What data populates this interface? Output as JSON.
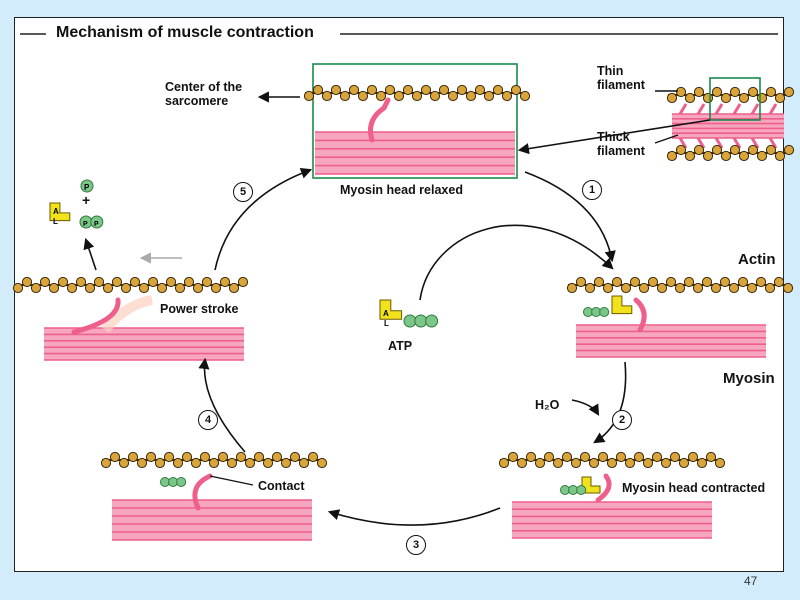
{
  "title": "Mechanism of muscle contraction",
  "labels": {
    "center_sarcomere": "Center of the sarcomere",
    "thin_filament": "Thin filament",
    "thick_filament": "Thick filament",
    "myosin_relaxed": "Myosin head relaxed",
    "actin": "Actin",
    "myosin": "Myosin",
    "atp": "ATP",
    "h2o": "H₂O",
    "myosin_contracted": "Myosin head contracted",
    "contact": "Contact",
    "power_stroke": "Power stroke",
    "pi_label": "P",
    "plus": "+",
    "adp_a": "A",
    "adp_l": "L",
    "p": "P"
  },
  "steps": [
    "1",
    "2",
    "3",
    "4",
    "5"
  ],
  "page_number": "47",
  "colors": {
    "actin_bead": "#d9a43a",
    "actin_dark": "#3b2a10",
    "myosin_pink": "#ee5f8a",
    "myosin_light": "#f7a6c0",
    "atp_green": "#7cc68a",
    "adenosine_yellow": "#f2e21c",
    "box_green": "#1a8a4a"
  }
}
